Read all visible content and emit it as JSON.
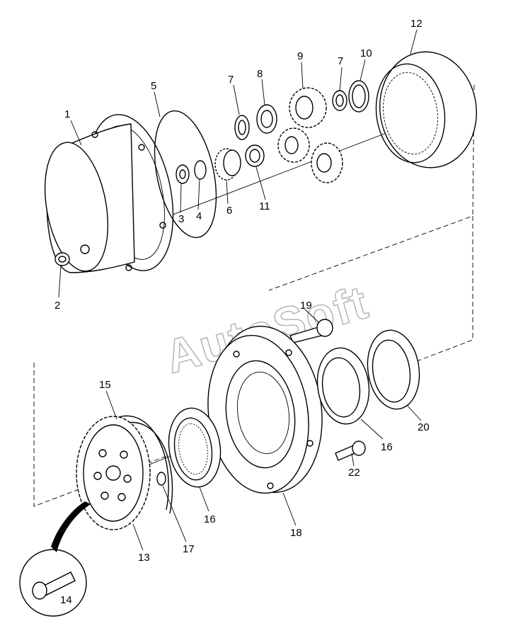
{
  "diagram": {
    "watermark": "AutoSoft",
    "callouts": [
      "1",
      "2",
      "3",
      "4",
      "5",
      "6",
      "7",
      "8",
      "9",
      "7",
      "10",
      "11",
      "12",
      "13",
      "14",
      "15",
      "16",
      "16",
      "17",
      "18",
      "19",
      "20",
      "22"
    ]
  }
}
